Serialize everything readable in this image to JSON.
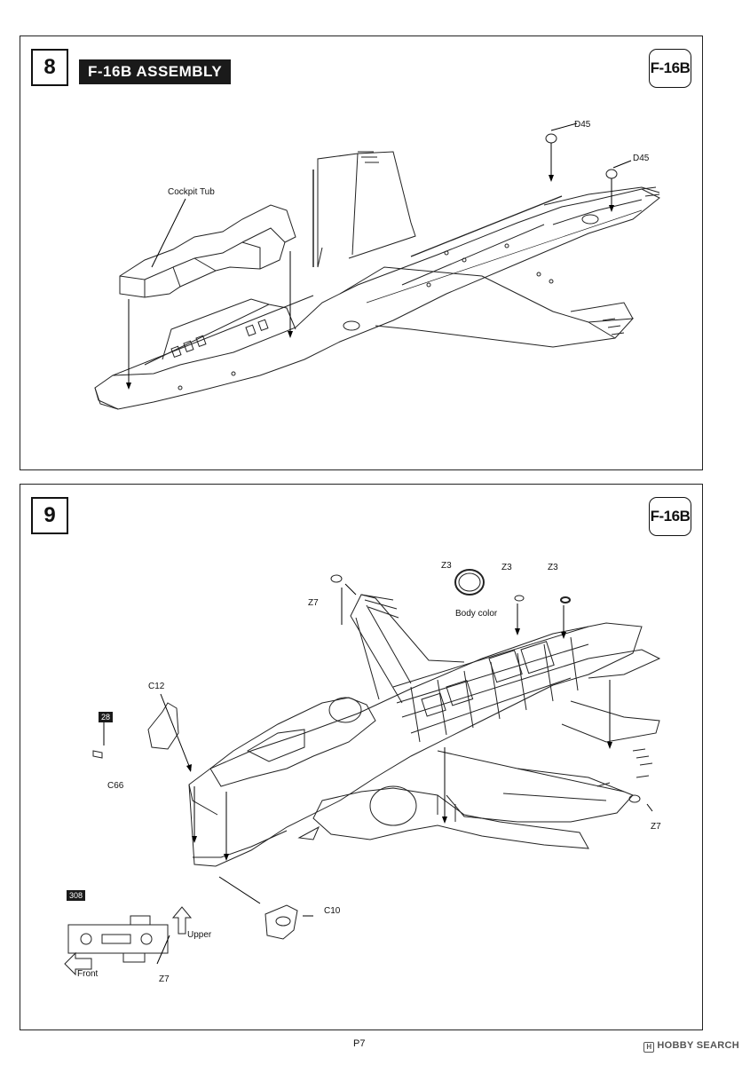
{
  "step8": {
    "number": "8",
    "title": "F-16B ASSEMBLY",
    "variant": "F-16B",
    "labels": {
      "cockpit_tub": "Cockpit Tub",
      "d45_a": "D45",
      "d45_b": "D45"
    }
  },
  "step9": {
    "number": "9",
    "variant": "F-16B",
    "labels": {
      "z3_a": "Z3",
      "z3_b": "Z3",
      "z3_c": "Z3",
      "body_color": "Body color",
      "z7_a": "Z7",
      "z7_b": "Z7",
      "z7_c": "Z7",
      "c12": "C12",
      "c66": "C66",
      "c10": "C10",
      "upper": "Upper",
      "front": "Front"
    },
    "tags": {
      "t28": "28",
      "t308": "308"
    }
  },
  "footer": {
    "page_number": "P7",
    "watermark": "HOBBY SEARCH"
  }
}
